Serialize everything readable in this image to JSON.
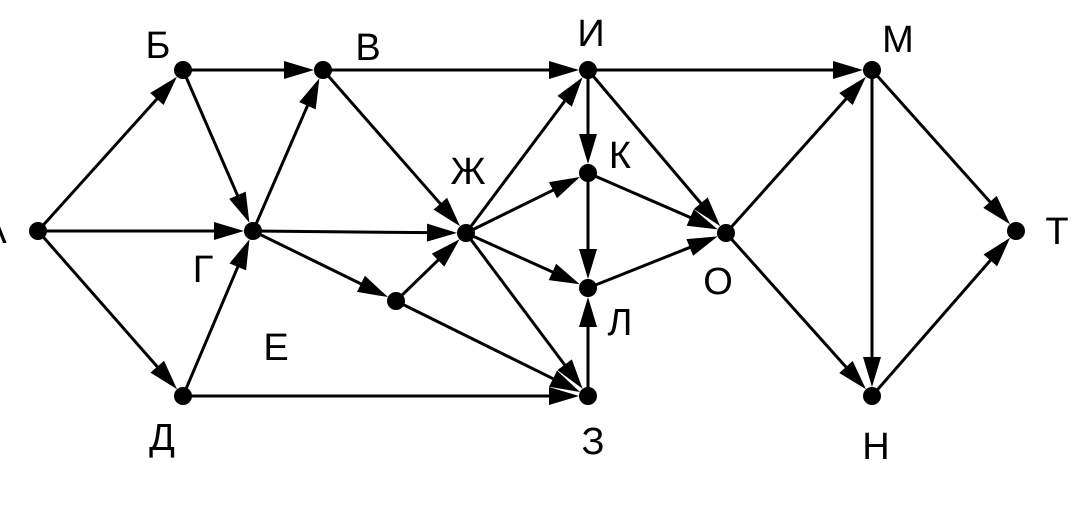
{
  "graph": {
    "nodes": [
      {
        "id": "A",
        "label": "А"
      },
      {
        "id": "B",
        "label": "Б"
      },
      {
        "id": "V",
        "label": "В"
      },
      {
        "id": "G",
        "label": "Г"
      },
      {
        "id": "D",
        "label": "Д"
      },
      {
        "id": "E",
        "label": "Е"
      },
      {
        "id": "ZH",
        "label": "Ж"
      },
      {
        "id": "Z",
        "label": "З"
      },
      {
        "id": "I",
        "label": "И"
      },
      {
        "id": "K",
        "label": "К"
      },
      {
        "id": "L",
        "label": "Л"
      },
      {
        "id": "O",
        "label": "О"
      },
      {
        "id": "M",
        "label": "М"
      },
      {
        "id": "N",
        "label": "Н"
      },
      {
        "id": "T",
        "label": "Т"
      }
    ],
    "edges": [
      {
        "from": "A",
        "to": "B"
      },
      {
        "from": "A",
        "to": "G"
      },
      {
        "from": "A",
        "to": "D"
      },
      {
        "from": "B",
        "to": "V"
      },
      {
        "from": "B",
        "to": "G"
      },
      {
        "from": "G",
        "to": "V"
      },
      {
        "from": "D",
        "to": "G"
      },
      {
        "from": "G",
        "to": "ZH"
      },
      {
        "from": "G",
        "to": "E"
      },
      {
        "from": "E",
        "to": "ZH"
      },
      {
        "from": "E",
        "to": "Z"
      },
      {
        "from": "D",
        "to": "Z"
      },
      {
        "from": "V",
        "to": "I"
      },
      {
        "from": "V",
        "to": "ZH"
      },
      {
        "from": "ZH",
        "to": "I"
      },
      {
        "from": "ZH",
        "to": "K"
      },
      {
        "from": "ZH",
        "to": "L"
      },
      {
        "from": "ZH",
        "to": "Z"
      },
      {
        "from": "I",
        "to": "K"
      },
      {
        "from": "I",
        "to": "O"
      },
      {
        "from": "I",
        "to": "M"
      },
      {
        "from": "K",
        "to": "L"
      },
      {
        "from": "K",
        "to": "O"
      },
      {
        "from": "Z",
        "to": "L"
      },
      {
        "from": "L",
        "to": "O"
      },
      {
        "from": "O",
        "to": "M"
      },
      {
        "from": "O",
        "to": "N"
      },
      {
        "from": "M",
        "to": "N"
      },
      {
        "from": "M",
        "to": "T"
      },
      {
        "from": "N",
        "to": "T"
      }
    ]
  }
}
